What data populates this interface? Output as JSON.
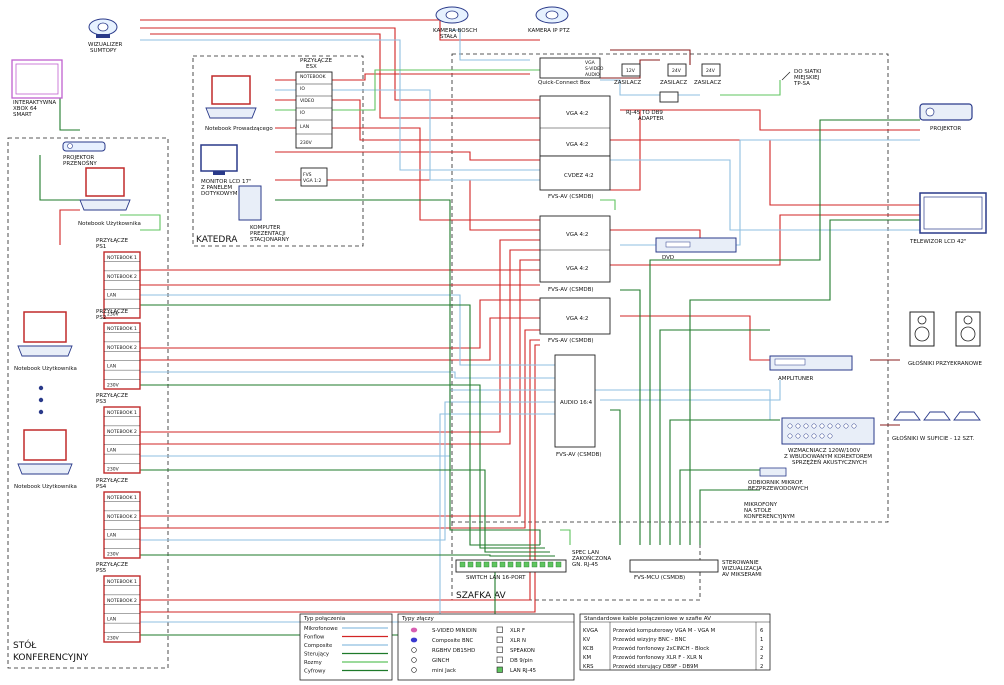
{
  "zones": {
    "katedra": "KATEDRA",
    "szafka": "SZAFKA AV",
    "stol": "STÓŁ\nKONFERENCYJNY"
  },
  "devices": {
    "wizualizer": "WIZUALIZER\nSUMTOPY",
    "tablica": "INTERAKTYWNA\nXBOX 64\nSMART",
    "projektor_przenosny": "PROJEKTOR\nPRZENOŚNY",
    "notebook_uzytkownika_top": "Notebook Użytkownika",
    "przylacze_esx": "PRZYŁĄCZE\nESX",
    "notebook_prowadzacego": "Notebook Prowadzącego",
    "monitor_lcd": "MONITOR LCD 17\"\nZ PANELEM\nDOTYKOWYM",
    "komputer": "KOMPUTER\nPREZENTACJI\nSTACJONARNY",
    "kamera_bosch": "KAMERA BOSCH\nSTAŁA",
    "kamera_ip": "KAMERA IP PTZ",
    "quick_connect": "Quick-Connect Box",
    "zasilacz1": "ZASILACZ",
    "zasilacz2": "ZASILACZ",
    "zasilacz3": "ZASILACZ",
    "adapter": "RJ-45 TO DB9\nADAPTER",
    "do_siatki": "DO SIATKI\nMIEJSKIEJ\nTP-SA",
    "projektor": "PROJEKTOR",
    "telewizor": "TELEWIZOR LCD 42\"",
    "dvd": "DVD",
    "amplituner": "AMPLITUNER",
    "glosniki_przyekranowe": "GŁOŚNIKI PRZYEKRANOWE",
    "glosniki_sufit": "GŁOŚNIKI W SUFICIE - 12 SZT.",
    "wzmacniacz": "WZMACNIACZ 120W/100V\nZ WBUDOWANYM KOREKTOREM\nSPRZĘŻEŃ AKUSTYCZNYCH",
    "odbiornik": "ODBIORNIK MIKROF.\nBEZPRZEWODOWYCH",
    "mikrofon_note": "MIKROFONY\nNA STOLE\nKONFERENCYJNYM",
    "switch": "SWITCH LAN 16-PORT",
    "rj_note": "SPEC LAN\nZAKOŃCZONA\nGN. RJ-45",
    "fvs_mcu": "FVS-MCU (CSMDB)",
    "sterowanie": "STEROWANIE\nWIZUALIZACJA\nAV MIKSERAMI",
    "notebook_a": "Notebook Użytkownika",
    "notebook_b": "Notebook Użytkownika"
  },
  "przylacza": [
    {
      "title": "PRZYŁĄCZE\nPS1"
    },
    {
      "title": "PRZYŁĄCZE\nPS2"
    },
    {
      "title": "PRZYŁĄCZE\nPS3"
    },
    {
      "title": "PRZYŁĄCZE\nPS4"
    },
    {
      "title": "PRZYŁĄCZE\nPS5"
    }
  ],
  "przylacze_rows": [
    "NOTEBOOK 1",
    "",
    "NOTEBOOK 2",
    "",
    "LAN",
    "",
    "230V"
  ],
  "matrix": {
    "vga1": "VGA 4:2",
    "vga2": "VGA 4:2",
    "cvdez": "CVDEZ 4:2",
    "vga3": "VGA 4:2",
    "vga4": "VGA 4:2",
    "vga5": "VGA 4:2",
    "audio": "AUDIO 16:4",
    "fvs1": "FVS-AV (CSMDB)",
    "fvs2": "FVS-AV (CSMDB)",
    "fvs3": "FVS-AV (CSMDB)",
    "fvs4": "FVS-AV (CSMDB)"
  },
  "legend_types": {
    "title": "Typ połączenia",
    "rows": [
      {
        "label": "Mikrofonowe",
        "color": "#8fbfe0"
      },
      {
        "label": "Fonflow",
        "color": "#d22424"
      },
      {
        "label": "Composite",
        "color": "#8fbfe0"
      },
      {
        "label": "Sterujący",
        "color": "#1e7a2a"
      },
      {
        "label": "Rozmy",
        "color": "#5fc45f"
      },
      {
        "label": "Cyfrowy",
        "color": "#1e7a2a"
      }
    ]
  },
  "legend_connectors": {
    "title": "Typy złączy",
    "rows": [
      [
        "S-VIDEO MINIDIN",
        "XLR F"
      ],
      [
        "Composite BNC",
        "XLR N"
      ],
      [
        "RGBHV DB15HD",
        "SPEAKON"
      ],
      [
        "GINCH",
        "DB 9/pin"
      ],
      [
        "mini Jack",
        "LAN RJ-45"
      ]
    ]
  },
  "legend_cables": {
    "title": "Standardowe kable połączeniowe w szafie AV",
    "rows": [
      {
        "code": "KVGA",
        "desc": "Przewód komputerowy VGA M - VGA M",
        "count": "6"
      },
      {
        "code": "KV",
        "desc": "Przewód wizyjny BNC - BNC",
        "count": "1"
      },
      {
        "code": "KCB",
        "desc": "Przewód fonfonowy 2xCINCH - Block",
        "count": "2"
      },
      {
        "code": "KM",
        "desc": "Przewód fonfonowy XLR F - XLR N",
        "count": "2"
      },
      {
        "code": "KRS",
        "desc": "Przewód sterujący DB9F - DB9M",
        "count": "2"
      }
    ]
  }
}
